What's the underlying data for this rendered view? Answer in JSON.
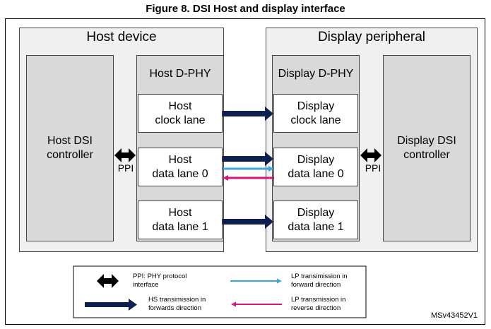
{
  "figure": {
    "title": "Figure 8. DSI Host and display interface",
    "doc_id": "MSv43452V1"
  },
  "host": {
    "title": "Host device",
    "controller": [
      "Host DSI",
      "controller"
    ],
    "phy_title": "Host D-PHY",
    "lanes": [
      [
        "Host",
        "clock lane"
      ],
      [
        "Host",
        "data lane 0"
      ],
      [
        "Host",
        "data lane 1"
      ]
    ],
    "ppi": "PPI"
  },
  "display": {
    "title": "Display peripheral",
    "controller": [
      "Display DSI",
      "controller"
    ],
    "phy_title": "Display D-PHY",
    "lanes": [
      [
        "Display",
        "clock lane"
      ],
      [
        "Display",
        "data lane 0"
      ],
      [
        "Display",
        "data lane 1"
      ]
    ],
    "ppi": "PPI"
  },
  "legend": {
    "ppi": [
      "PPI: PHY protocol",
      "interface"
    ],
    "hs": [
      "HS transimission in",
      "forwards direction"
    ],
    "lp_fwd": [
      "LP transimission in",
      "forward direction"
    ],
    "lp_rev": [
      "LP transmission in",
      "reverse direction"
    ]
  },
  "colors": {
    "hs": "#0d1f4f",
    "lp_forward": "#3ba7dc",
    "lp_reverse": "#d6177a"
  }
}
